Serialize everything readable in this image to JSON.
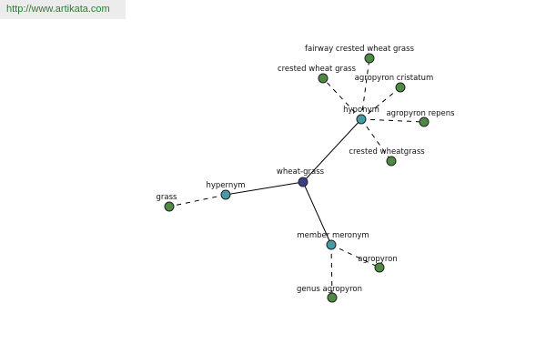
{
  "header": {
    "url": "http://www.artikata.com"
  },
  "colors": {
    "leaf": "#4f8a45",
    "relation": "#4a9aa5",
    "root": "#3a3f86"
  },
  "graph": {
    "nodes": [
      {
        "id": "wheat-grass",
        "label": "wheat-grass",
        "kind": "root"
      },
      {
        "id": "hyponym",
        "label": "hyponym",
        "kind": "relation"
      },
      {
        "id": "hypernym",
        "label": "hypernym",
        "kind": "relation"
      },
      {
        "id": "member-meronym",
        "label": "member meronym",
        "kind": "relation"
      },
      {
        "id": "grass",
        "label": "grass",
        "kind": "leaf"
      },
      {
        "id": "fairway-crested-wheat-grass",
        "label": "fairway crested wheat grass",
        "kind": "leaf"
      },
      {
        "id": "crested-wheat-grass",
        "label": "crested wheat grass",
        "kind": "leaf"
      },
      {
        "id": "agropyron-cristatum",
        "label": "agropyron cristatum",
        "kind": "leaf"
      },
      {
        "id": "agropyron-repens",
        "label": "agropyron repens",
        "kind": "leaf"
      },
      {
        "id": "crested-wheatgrass",
        "label": "crested wheatgrass",
        "kind": "leaf"
      },
      {
        "id": "agropyron",
        "label": "agropyron",
        "kind": "leaf"
      },
      {
        "id": "genus-agropyron",
        "label": "genus agropyron",
        "kind": "leaf"
      }
    ],
    "edges": [
      {
        "from": "wheat-grass",
        "to": "hyponym",
        "style": "solid"
      },
      {
        "from": "wheat-grass",
        "to": "hypernym",
        "style": "solid"
      },
      {
        "from": "wheat-grass",
        "to": "member-meronym",
        "style": "solid"
      },
      {
        "from": "hypernym",
        "to": "grass",
        "style": "dashed"
      },
      {
        "from": "hyponym",
        "to": "fairway-crested-wheat-grass",
        "style": "dashed"
      },
      {
        "from": "hyponym",
        "to": "crested-wheat-grass",
        "style": "dashed"
      },
      {
        "from": "hyponym",
        "to": "agropyron-cristatum",
        "style": "dashed"
      },
      {
        "from": "hyponym",
        "to": "agropyron-repens",
        "style": "dashed"
      },
      {
        "from": "hyponym",
        "to": "crested-wheatgrass",
        "style": "dashed"
      },
      {
        "from": "member-meronym",
        "to": "agropyron",
        "style": "dashed"
      },
      {
        "from": "member-meronym",
        "to": "genus-agropyron",
        "style": "dashed"
      }
    ]
  }
}
